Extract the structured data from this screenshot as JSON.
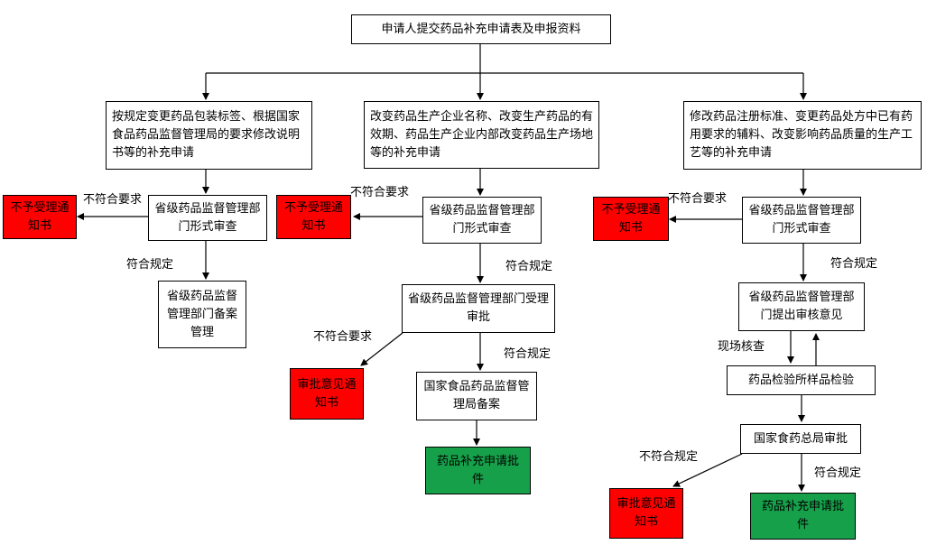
{
  "top": "申请人提交药品补充申请表及申报资料",
  "col1": {
    "case": "按规定变更药品包装标签、根据国家食品药品监督管理局的要求修改说明书等的补充申请",
    "review": "省级药品监督管理部门形式审查",
    "reject": "不予受理通知书",
    "reject_label": "不符合要求",
    "pass_label": "符合规定",
    "record": "省级药品监督管理部门备案管理"
  },
  "col2": {
    "case": "改变药品生产企业名称、改变生产药品的有效期、药品生产企业内部改变药品生产场地等的补充申请",
    "review": "省级药品监督管理部门形式审查",
    "reject": "不予受理通知书",
    "reject_label": "不符合要求",
    "pass_label": "符合规定",
    "accept": "省级药品监督管理部门受理审批",
    "reject2_label": "不符合要求",
    "reject2": "审批意见通知书",
    "pass2_label": "符合规定",
    "record": "国家食品药品监督管理局备案",
    "approval": "药品补充申请批件"
  },
  "col3": {
    "case": "修改药品注册标准、变更药品处方中已有药用要求的辅料、改变影响药品质量的生产工艺等的补充申请",
    "review": "省级药品监督管理部门形式审查",
    "reject": "不予受理通知书",
    "reject_label": "不符合要求",
    "pass_label": "符合规定",
    "opinion": "省级药品监督管理部门提出审核意见",
    "inspect_label": "现场核查",
    "test": "药品检验所样品检验",
    "national": "国家食药总局审批",
    "reject2_label": "不符合规定",
    "reject2": "审批意见通知书",
    "pass2_label": "符合规定",
    "approval": "药品补充申请批件"
  },
  "colors": {
    "reject": "#ff0000",
    "approve": "#16a04a",
    "line": "#000000"
  }
}
